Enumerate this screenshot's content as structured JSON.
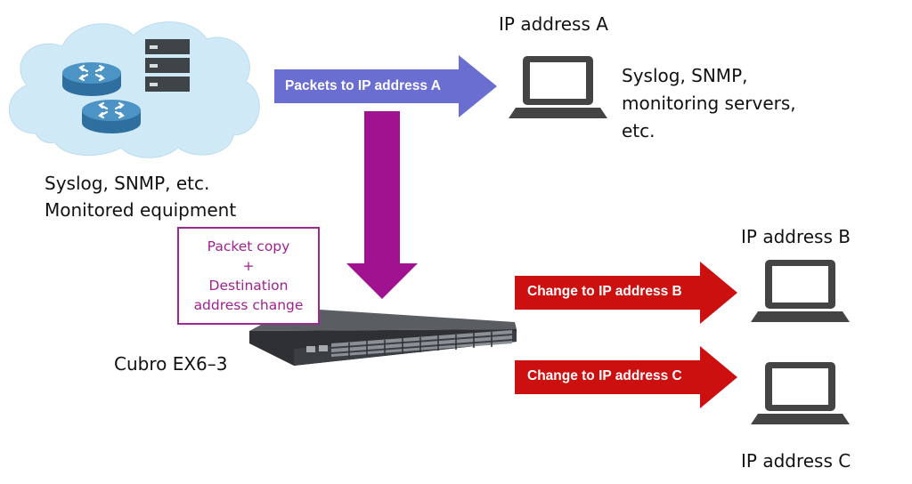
{
  "labels": {
    "ip_a": "IP address A",
    "ip_b": "IP address B",
    "ip_c": "IP address C",
    "servers": [
      "Syslog, SNMP,",
      "monitoring servers,",
      "etc."
    ],
    "monitored": [
      "Syslog, SNMP, etc.",
      "Monitored equipment"
    ],
    "device": "Cubro EX6–3"
  },
  "arrows": {
    "to_a": "Packets to IP address A",
    "to_b": "Change to IP address B",
    "to_c": "Change to IP address C"
  },
  "callout": [
    "Packet copy",
    "+",
    "Destination",
    "address change"
  ],
  "colors": {
    "arrow_blue": "#6a6ed1",
    "arrow_magenta": "#a0128f",
    "arrow_red": "#cc1010",
    "callout_border": "#9b2a92",
    "callout_text": "#a1218f",
    "cloud": "#cfe9f7",
    "router": "#4c93c6",
    "switch_body": "#2e3034"
  }
}
